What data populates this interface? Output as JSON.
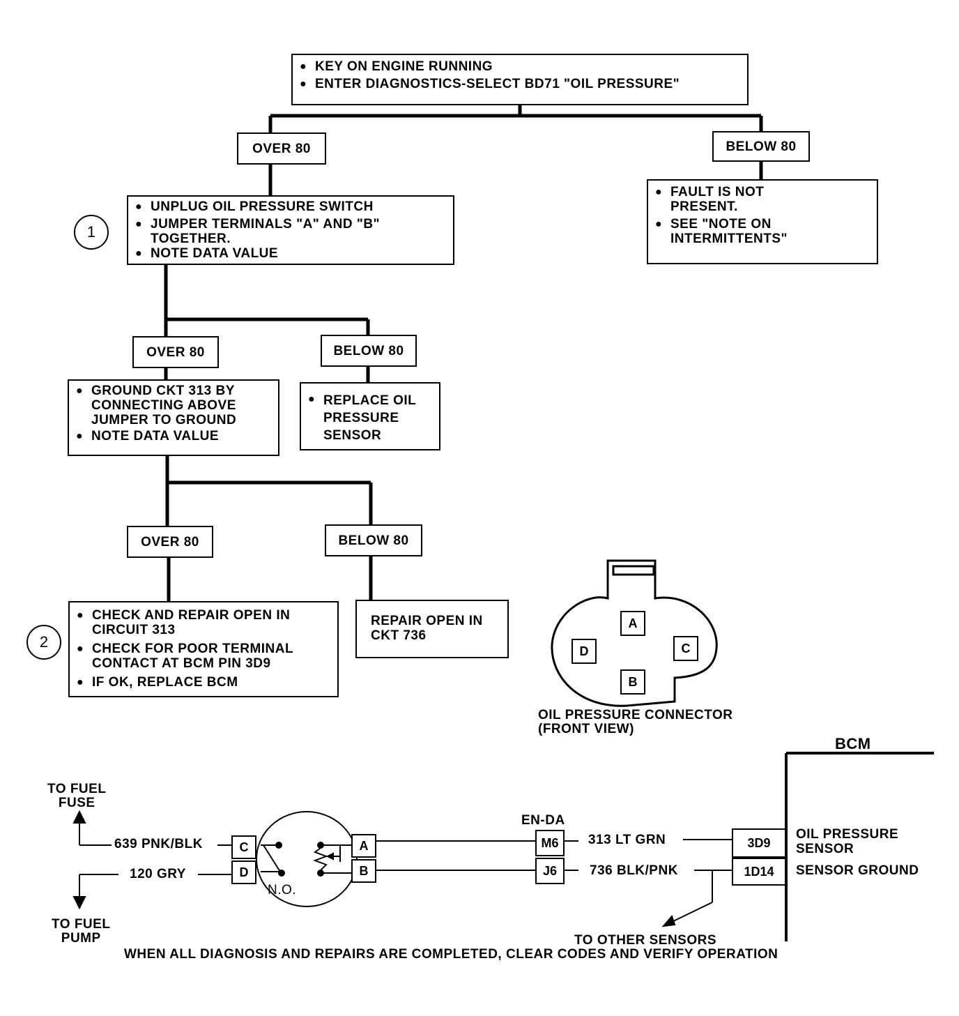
{
  "flow": {
    "start": [
      "KEY ON ENGINE RUNNING",
      "ENTER DIAGNOSTICS-SELECT BD71 \"OIL PRESSURE\""
    ],
    "over80_1": "OVER 80",
    "below80_1": "BELOW 80",
    "step1": [
      "UNPLUG OIL PRESSURE SWITCH",
      "JUMPER TERMINALS \"A\" AND \"B\"\nTOGETHER.",
      "NOTE DATA VALUE"
    ],
    "fault_not_present": [
      "FAULT IS NOT\nPRESENT.",
      "SEE \"NOTE ON\nINTERMITTENTS\""
    ],
    "step1_marker": "1",
    "over80_2": "OVER 80",
    "below80_2": "BELOW 80",
    "ground_step": [
      "GROUND CKT 313 BY\nCONNECTING ABOVE\nJUMPER TO GROUND",
      "NOTE DATA VALUE"
    ],
    "replace_sensor": [
      "REPLACE OIL\nPRESSURE\nSENSOR"
    ],
    "over80_3": "OVER 80",
    "below80_3": "BELOW 80",
    "step2": [
      "CHECK AND REPAIR OPEN IN\nCIRCUIT 313",
      "CHECK FOR POOR TERMINAL\nCONTACT AT BCM PIN 3D9",
      "IF OK, REPLACE BCM"
    ],
    "step2_marker": "2",
    "repair_736": "REPAIR OPEN IN\nCKT 736"
  },
  "connector": {
    "pins": {
      "a": "A",
      "b": "B",
      "c": "C",
      "d": "D"
    },
    "caption": "OIL PRESSURE CONNECTOR\n(FRONT VIEW)"
  },
  "schematic": {
    "to_fuel_fuse": "TO FUEL\nFUSE",
    "to_fuel_pump": "TO FUEL\nPUMP",
    "wire_639": "639 PNK/BLK",
    "wire_120": "120 GRY",
    "switch_pins": {
      "c": "C",
      "d": "D",
      "a": "A",
      "b": "B"
    },
    "normally_open": "N.O.",
    "en_da": "EN-DA",
    "m6": "M6",
    "j6": "J6",
    "wire_313": "313 LT GRN",
    "wire_736": "736 BLK/PNK",
    "bcm": "BCM",
    "pin_3d9": "3D9",
    "pin_1d14": "1D14",
    "oil_pressure_sensor": "OIL PRESSURE\nSENSOR",
    "sensor_ground": "SENSOR GROUND",
    "to_other_sensors": "TO OTHER SENSORS"
  },
  "footer": "WHEN ALL DIAGNOSIS AND REPAIRS ARE COMPLETED, CLEAR CODES AND VERIFY OPERATION"
}
